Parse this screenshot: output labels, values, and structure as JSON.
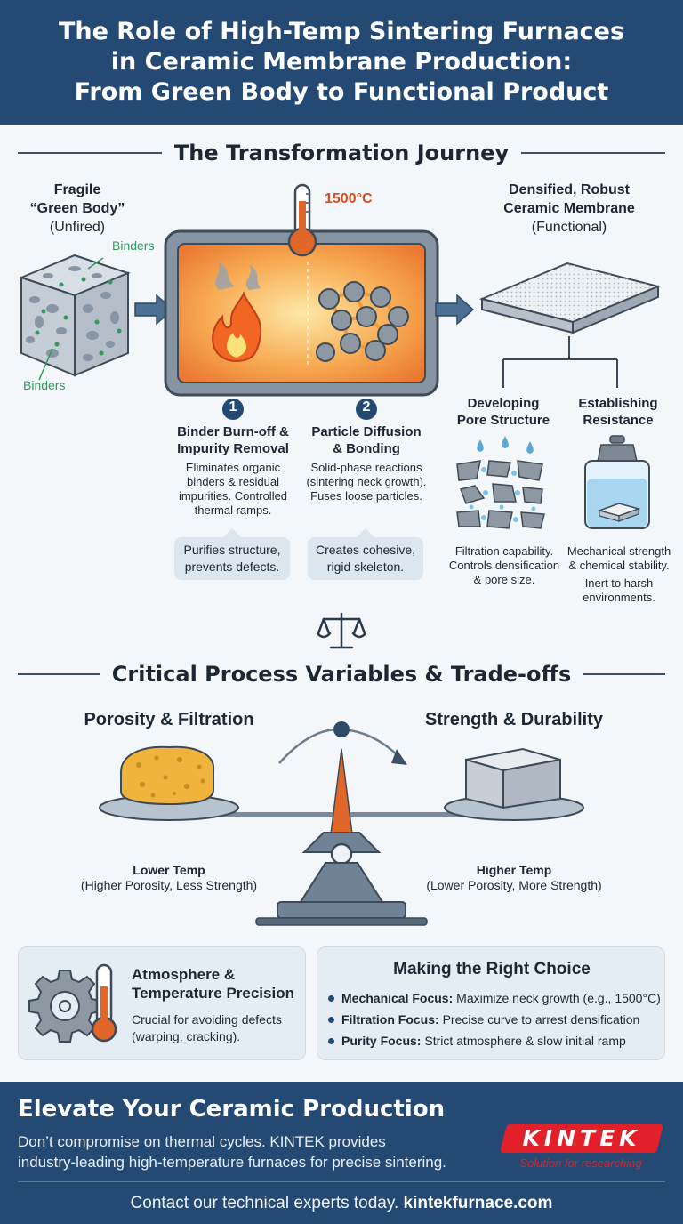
{
  "header": {
    "title_line1": "The Role of High-Temp Sintering Furnaces",
    "title_line2": "in Ceramic Membrane Production:",
    "title_line3": "From Green Body to Functional Product"
  },
  "journey": {
    "heading": "The Transformation Journey",
    "green_body": {
      "line1": "Fragile",
      "line2": "“Green Body”",
      "line3": "(Unfired)",
      "binder_label_1": "Binders",
      "binder_label_2": "Binders"
    },
    "furnace_temp": "1500°C",
    "membrane": {
      "line1": "Densified, Robust",
      "line2": "Ceramic Membrane",
      "line3": "(Functional)"
    },
    "step1": {
      "number": "1",
      "title_line1": "Binder Burn-off &",
      "title_line2": "Impurity Removal",
      "desc_line1": "Eliminates organic",
      "desc_line2": "binders & residual",
      "desc_line3": "impurities. Controlled",
      "desc_line4": "thermal ramps.",
      "callout_line1": "Purifies structure,",
      "callout_line2": "prevents defects."
    },
    "step2": {
      "number": "2",
      "title_line1": "Particle Diffusion",
      "title_line2": "& Bonding",
      "desc_line1": "Solid-phase reactions",
      "desc_line2": "(sintering neck growth).",
      "desc_line3": "Fuses loose particles.",
      "callout_line1": "Creates cohesive,",
      "callout_line2": "rigid skeleton."
    },
    "pore": {
      "title_line1": "Developing",
      "title_line2": "Pore Structure",
      "desc_line1": "Filtration capability.",
      "desc_line2": "Controls densification",
      "desc_line3": "& pore size."
    },
    "resistance": {
      "title_line1": "Establishing",
      "title_line2": "Resistance",
      "desc_line1": "Mechanical strength",
      "desc_line2": "& chemical stability.",
      "desc_line3": "Inert to harsh",
      "desc_line4": "environments."
    }
  },
  "tradeoffs": {
    "heading": "Critical Process Variables & Trade-offs",
    "left_title": "Porosity & Filtration",
    "right_title": "Strength & Durability",
    "left_caption_bold": "Lower Temp",
    "left_caption": "(Higher Porosity, Less Strength)",
    "right_caption_bold": "Higher Temp",
    "right_caption": "(Lower Porosity, More Strength)"
  },
  "precision_card": {
    "title_line1": "Atmosphere &",
    "title_line2": "Temperature Precision",
    "desc_line1": "Crucial for avoiding defects",
    "desc_line2": "(warping, cracking)."
  },
  "choice_card": {
    "title": "Making the Right Choice",
    "items": [
      {
        "label": "Mechanical Focus:",
        "text": "Maximize neck growth (e.g., 1500°C)"
      },
      {
        "label": "Filtration Focus:",
        "text": "Precise curve to arrest densification"
      },
      {
        "label": "Purity Focus:",
        "text": "Strict atmosphere & slow initial ramp"
      }
    ]
  },
  "footer": {
    "title": "Elevate Your Ceramic Production",
    "desc_line1": "Don’t compromise on thermal cycles. KINTEK provides",
    "desc_line2": "industry-leading high-temperature furnaces for precise sintering.",
    "contact_text": "Contact our technical experts today.",
    "contact_link": "kintekfurnace.com",
    "logo_word": "KINTEK",
    "logo_tag": "Solution for researching"
  },
  "colors": {
    "header_bg": "#244a73",
    "accent_orange": "#e0662a",
    "logo_red": "#e2202a"
  }
}
